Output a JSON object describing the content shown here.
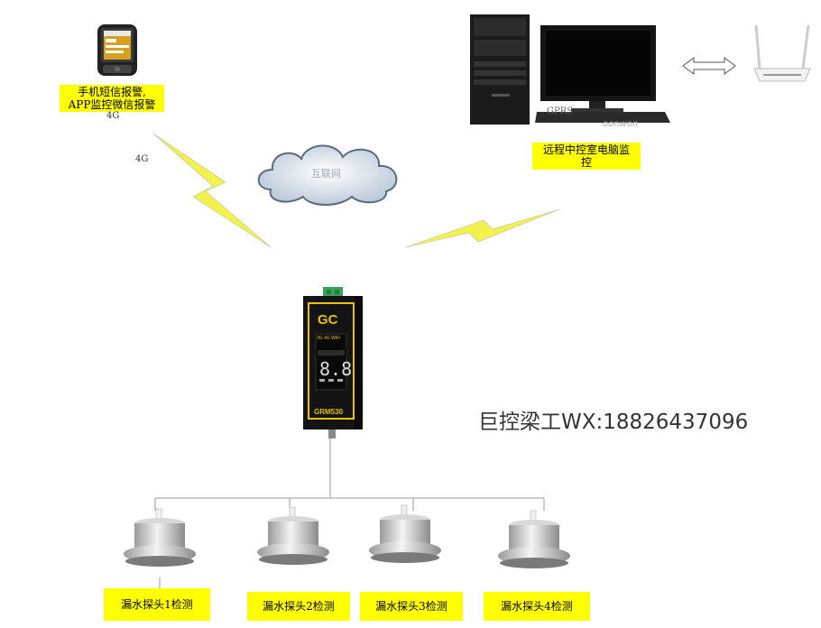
{
  "phone": {
    "label_line1": "手机短信报警,",
    "label_line2": "APP监控微信报警",
    "signal_text": "4G"
  },
  "signal_left": "4G",
  "cloud_label": "互联网",
  "computer": {
    "label_line1": "远程中控室电脑监",
    "label_line2": "控",
    "gprs_text": "GPRS",
    "monitor_text": "oonwon"
  },
  "device": {
    "brand": "GC",
    "model": "GRM530",
    "indicators": [
      "3G",
      "4G",
      "WiFi"
    ]
  },
  "watermark": "巨控梁工WX:18826437096",
  "sensors": [
    {
      "label": "漏水探头1检测"
    },
    {
      "label": "漏水探头2检测"
    },
    {
      "label": "漏水探头3检测"
    },
    {
      "label": "漏水探头4检测"
    }
  ],
  "colors": {
    "label_bg": "#ffff00",
    "lightning": "#f2f24a",
    "device_body": "#1a1a1a",
    "device_accent": "#e6c400"
  }
}
